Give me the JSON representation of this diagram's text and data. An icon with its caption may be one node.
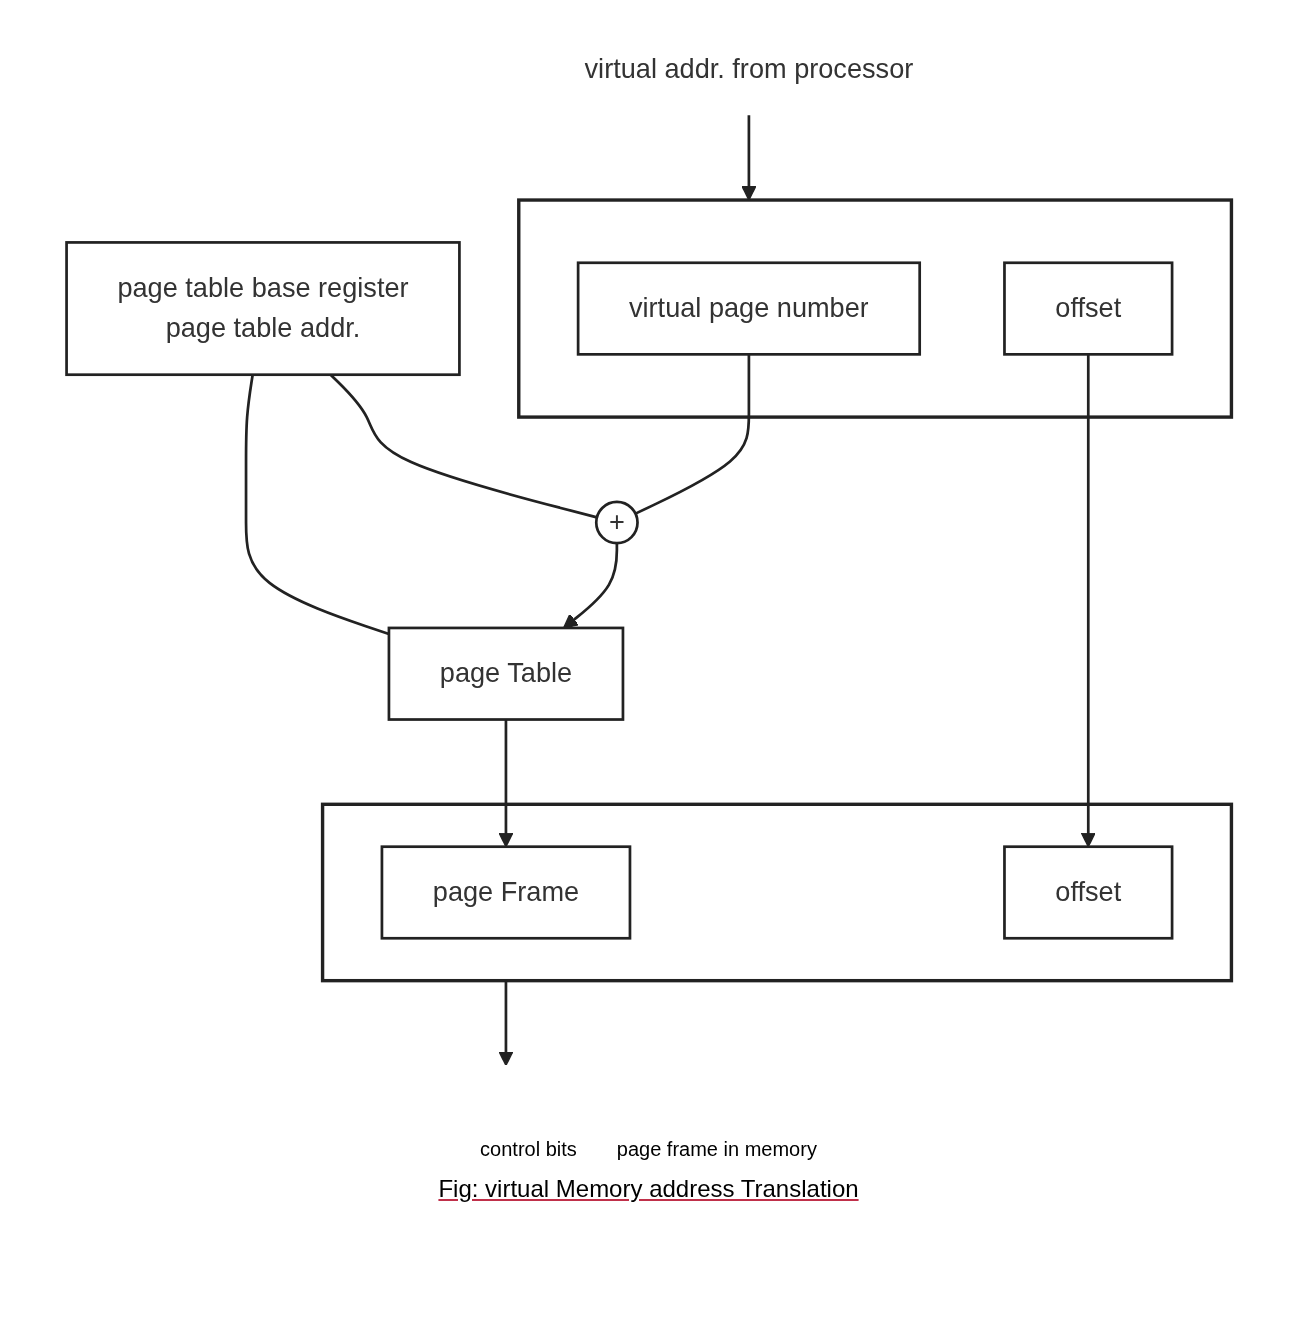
{
  "diagram": {
    "caption": "Fig: virtual Memory address Translation",
    "nodes": [
      {
        "text": [
          "virtual addr. from processor"
        ]
      },
      {
        "text": [],
        "shape": "box"
      },
      {
        "text": [
          "virtual page number"
        ],
        "in": 1
      },
      {
        "text": [
          "offset"
        ],
        "in": 1
      },
      {
        "text": [
          "page table base register",
          "page table addr."
        ]
      },
      {
        "text": [
          "+"
        ]
      },
      {
        "text": [
          "page Table"
        ]
      },
      {
        "text": [],
        "shape": "box"
      },
      {
        "text": [
          "page Frame"
        ],
        "in": 7
      },
      {
        "text": [
          "offset"
        ],
        "in": 7
      }
    ],
    "edges": [
      {
        "from": 0,
        "to": 1,
        "arrow": "to"
      },
      {
        "from": 4,
        "to": 5,
        "arrow": "none"
      },
      {
        "from": 2,
        "to": 5,
        "arrow": "none"
      },
      {
        "from": 4,
        "to": 6,
        "arrow": "none"
      },
      {
        "from": 5,
        "to": 6,
        "arrow": "to"
      },
      {
        "from": 6,
        "to": 8,
        "arrow": "to"
      },
      {
        "from": 3,
        "to": 9,
        "arrow": "to"
      },
      {
        "from": 7,
        "to": null,
        "arrow": "to"
      }
    ],
    "labels": [
      "control bits",
      "page frame in memory"
    ]
  }
}
